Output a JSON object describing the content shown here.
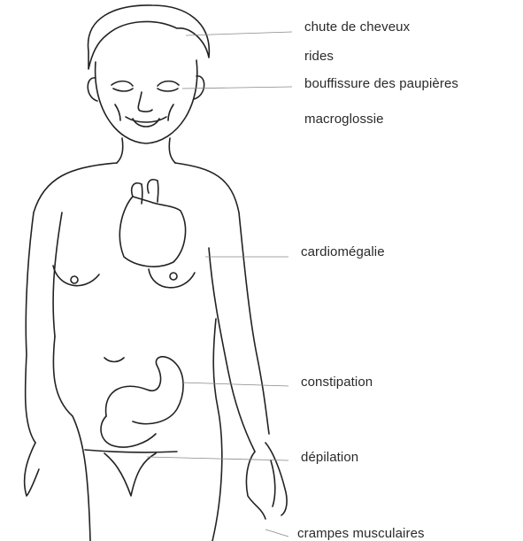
{
  "labels": [
    "chute de cheveux",
    "rides",
    "bouffissure des paupières",
    "macroglossie",
    "cardiomégalie",
    "constipation",
    "dépilation",
    "crampes musculaires"
  ]
}
